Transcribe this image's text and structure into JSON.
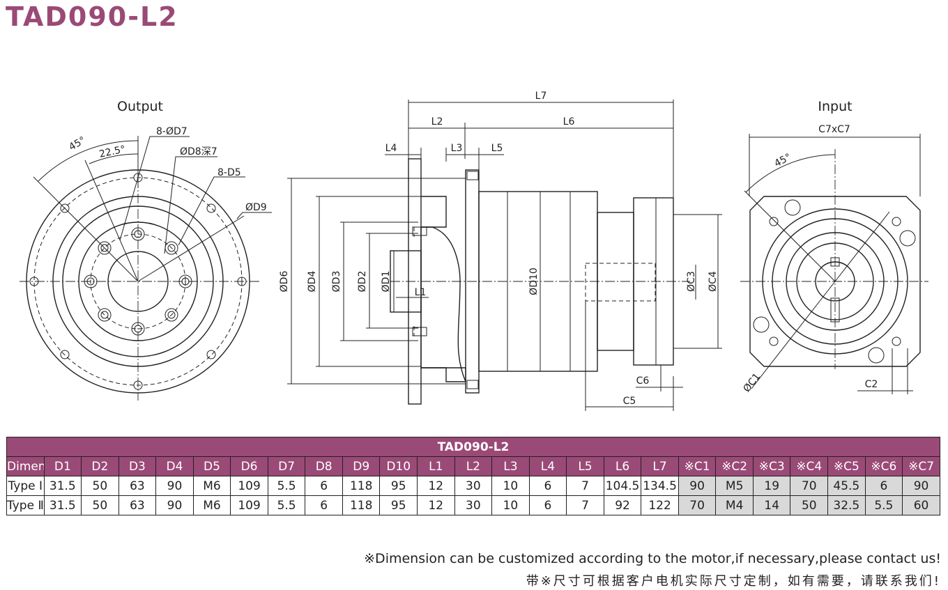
{
  "title": "TAD090-L2",
  "drawing": {
    "output_view": {
      "title": "Output",
      "labels": {
        "angle_45": "45°",
        "angle_22_5": "22.5°",
        "d7": "8-ØD7",
        "d8": "ØD8深7",
        "d5": "8-D5",
        "d9": "ØD9"
      }
    },
    "side_view": {
      "labels": {
        "l7": "L7",
        "l2": "L2",
        "l6": "L6",
        "l4": "L4",
        "l3": "L3",
        "l5": "L5",
        "l1": "L1",
        "d6": "ØD6",
        "d4": "ØD4",
        "d3": "ØD3",
        "d2": "ØD2",
        "d1": "ØD1",
        "d10": "ØD10",
        "c3": "ØC3",
        "c4": "ØC4",
        "c6": "C6",
        "c5": "C5"
      }
    },
    "input_view": {
      "title": "Input",
      "labels": {
        "c7": "C7xC7",
        "angle_45": "45°",
        "c1": "ØC1",
        "c2": "C2"
      }
    }
  },
  "table": {
    "caption": "TAD090-L2",
    "headers": [
      "Dimension",
      "D1",
      "D2",
      "D3",
      "D4",
      "D5",
      "D6",
      "D7",
      "D8",
      "D9",
      "D10",
      "L1",
      "L2",
      "L3",
      "L4",
      "L5",
      "L6",
      "L7",
      "※C1",
      "※C2",
      "※C3",
      "※C4",
      "※C5",
      "※C6",
      "※C7"
    ],
    "rows": [
      [
        "Type Ⅰ",
        "31.5",
        "50",
        "63",
        "90",
        "M6",
        "109",
        "5.5",
        "6",
        "118",
        "95",
        "12",
        "30",
        "10",
        "6",
        "7",
        "104.5",
        "134.5",
        "90",
        "M5",
        "19",
        "70",
        "45.5",
        "6",
        "90"
      ],
      [
        "Type Ⅱ",
        "31.5",
        "50",
        "63",
        "90",
        "M6",
        "109",
        "5.5",
        "6",
        "118",
        "95",
        "12",
        "30",
        "10",
        "6",
        "7",
        "92",
        "122",
        "70",
        "M4",
        "14",
        "50",
        "32.5",
        "5.5",
        "60"
      ]
    ]
  },
  "notes": {
    "english": "※Dimension can be customized according to the motor,if necessary,please contact us!",
    "chinese": "带※尺寸可根据客户电机实际尺寸定制，如有需要，请联系我们!"
  },
  "colors": {
    "accent": "#9a4a76",
    "shade": "#d9d9d9",
    "ink": "#231f20"
  }
}
